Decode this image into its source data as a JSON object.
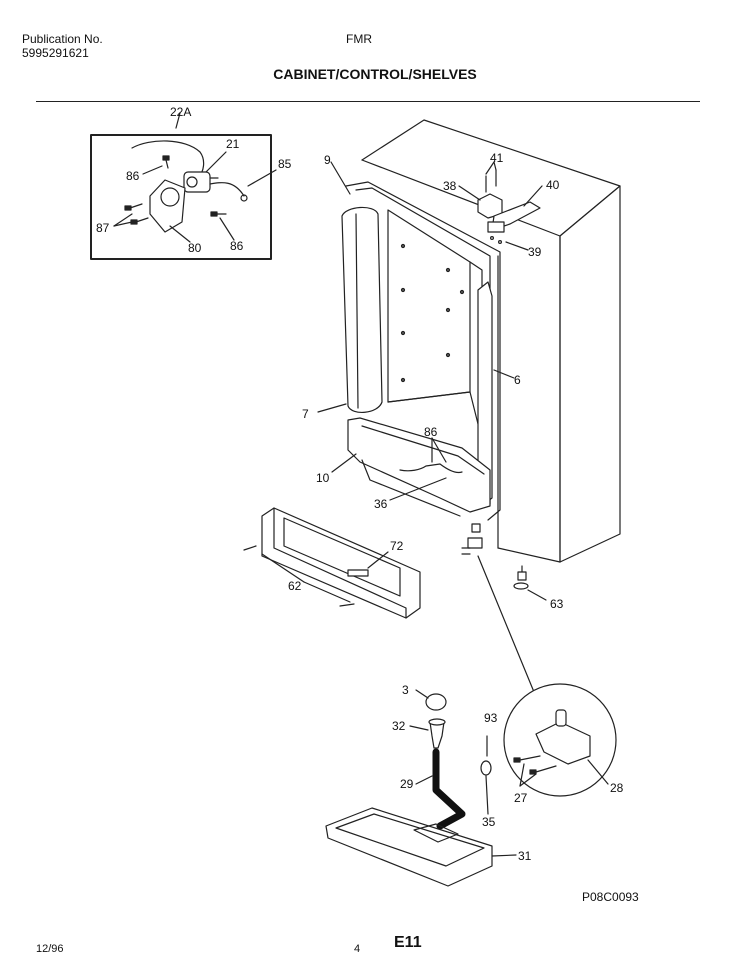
{
  "header": {
    "publication_label": "Publication No.",
    "publication_number": "5995291621",
    "model": "FMR",
    "section_title": "CABINET/CONTROL/SHELVES"
  },
  "callouts": {
    "p22a": "22A",
    "p21": "21",
    "p85": "85",
    "p86a": "86",
    "p87": "87",
    "p80": "80",
    "p86b": "86",
    "p9": "9",
    "p41": "41",
    "p38": "38",
    "p40": "40",
    "p39": "39",
    "p6": "6",
    "p7": "7",
    "p86c": "86",
    "p10": "10",
    "p36": "36",
    "p72": "72",
    "p62": "62",
    "p63": "63",
    "p3": "3",
    "p32": "32",
    "p93": "93",
    "p29": "29",
    "p35": "35",
    "p27": "27",
    "p28": "28",
    "p31": "31"
  },
  "drawing_id": "P08C0093",
  "footer": {
    "date": "12/96",
    "page": "4",
    "code": "E11"
  }
}
